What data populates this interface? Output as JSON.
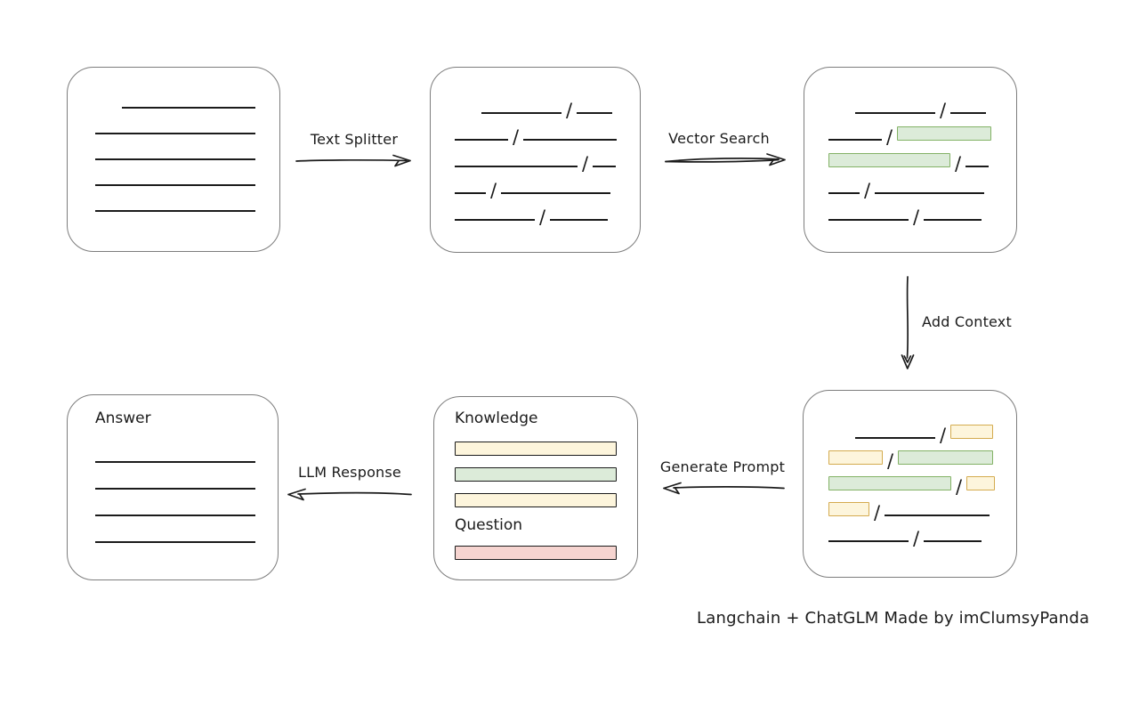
{
  "attribution": "Langchain + ChatGLM Made by imClumsyPanda",
  "slash_char": "/",
  "colors": {
    "box_border": "#7d7d7d",
    "stroke": "#1b1b1b",
    "green_fill": "#dcebd9",
    "green_border": "#83b266",
    "yellow_fill": "#fdf5dc",
    "yellow_border": "#d4ab4f",
    "red_fill": "#f6d4d0",
    "red_border": "#bd5f56"
  },
  "arrows": {
    "text_splitter": {
      "label": "Text Splitter",
      "direction": "right"
    },
    "vector_search": {
      "label": "Vector Search",
      "direction": "right"
    },
    "add_context": {
      "label": "Add Context",
      "direction": "down"
    },
    "generate_prompt": {
      "label": "Generate Prompt",
      "direction": "left"
    },
    "llm_response": {
      "label": "LLM Response",
      "direction": "left"
    }
  },
  "boxes": {
    "document": {
      "rows": [
        [
          {
            "t": "gap",
            "w": 30
          },
          {
            "t": "line",
            "w": 150
          }
        ],
        [
          {
            "t": "line",
            "w": 180
          }
        ],
        [
          {
            "t": "line",
            "w": 180
          }
        ],
        [
          {
            "t": "line",
            "w": 180
          }
        ],
        [
          {
            "t": "line",
            "w": 180
          }
        ]
      ]
    },
    "split_text": {
      "rows": [
        [
          {
            "t": "gap",
            "w": 30
          },
          {
            "t": "line",
            "w": 90
          },
          {
            "t": "slash"
          },
          {
            "t": "line",
            "w": 40
          }
        ],
        [
          {
            "t": "line",
            "w": 60
          },
          {
            "t": "slash"
          },
          {
            "t": "line",
            "w": 105
          }
        ],
        [
          {
            "t": "line",
            "w": 138
          },
          {
            "t": "slash"
          },
          {
            "t": "line",
            "w": 26
          }
        ],
        [
          {
            "t": "line",
            "w": 35
          },
          {
            "t": "slash"
          },
          {
            "t": "line",
            "w": 123
          }
        ],
        [
          {
            "t": "line",
            "w": 90
          },
          {
            "t": "slash"
          },
          {
            "t": "line",
            "w": 65
          }
        ]
      ]
    },
    "vector_result": {
      "rows": [
        [
          {
            "t": "gap",
            "w": 30
          },
          {
            "t": "line",
            "w": 90
          },
          {
            "t": "slash"
          },
          {
            "t": "line",
            "w": 40
          }
        ],
        [
          {
            "t": "line",
            "w": 60
          },
          {
            "t": "slash"
          },
          {
            "t": "bar",
            "c": "green",
            "w": 106
          }
        ],
        [
          {
            "t": "bar",
            "c": "green",
            "w": 137
          },
          {
            "t": "slash"
          },
          {
            "t": "line",
            "w": 26
          }
        ],
        [
          {
            "t": "line",
            "w": 35
          },
          {
            "t": "slash"
          },
          {
            "t": "line",
            "w": 123
          }
        ],
        [
          {
            "t": "line",
            "w": 90
          },
          {
            "t": "slash"
          },
          {
            "t": "line",
            "w": 65
          }
        ]
      ]
    },
    "context": {
      "rows": [
        [
          {
            "t": "gap",
            "w": 30
          },
          {
            "t": "line",
            "w": 90
          },
          {
            "t": "slash"
          },
          {
            "t": "bar",
            "c": "yellow",
            "w": 48
          }
        ],
        [
          {
            "t": "bar",
            "c": "yellow",
            "w": 61
          },
          {
            "t": "slash"
          },
          {
            "t": "bar",
            "c": "green",
            "w": 107
          }
        ],
        [
          {
            "t": "bar",
            "c": "green",
            "w": 138
          },
          {
            "t": "slash"
          },
          {
            "t": "bar",
            "c": "yellow",
            "w": 32
          }
        ],
        [
          {
            "t": "bar",
            "c": "yellow",
            "w": 46
          },
          {
            "t": "slash"
          },
          {
            "t": "line",
            "w": 118
          }
        ],
        [
          {
            "t": "line",
            "w": 90
          },
          {
            "t": "slash"
          },
          {
            "t": "line",
            "w": 65
          }
        ]
      ]
    },
    "prompt": {
      "knowledge_label": "Knowledge",
      "question_label": "Question",
      "knowledge_bars": [
        {
          "c": "yellow"
        },
        {
          "c": "green"
        },
        {
          "c": "yellow"
        }
      ],
      "question_bars": [
        {
          "c": "red"
        }
      ]
    },
    "answer": {
      "label": "Answer",
      "rows": [
        [
          {
            "t": "line",
            "w": 180
          }
        ],
        [
          {
            "t": "line",
            "w": 180
          }
        ],
        [
          {
            "t": "line",
            "w": 180
          }
        ],
        [
          {
            "t": "line",
            "w": 180
          }
        ]
      ]
    }
  }
}
